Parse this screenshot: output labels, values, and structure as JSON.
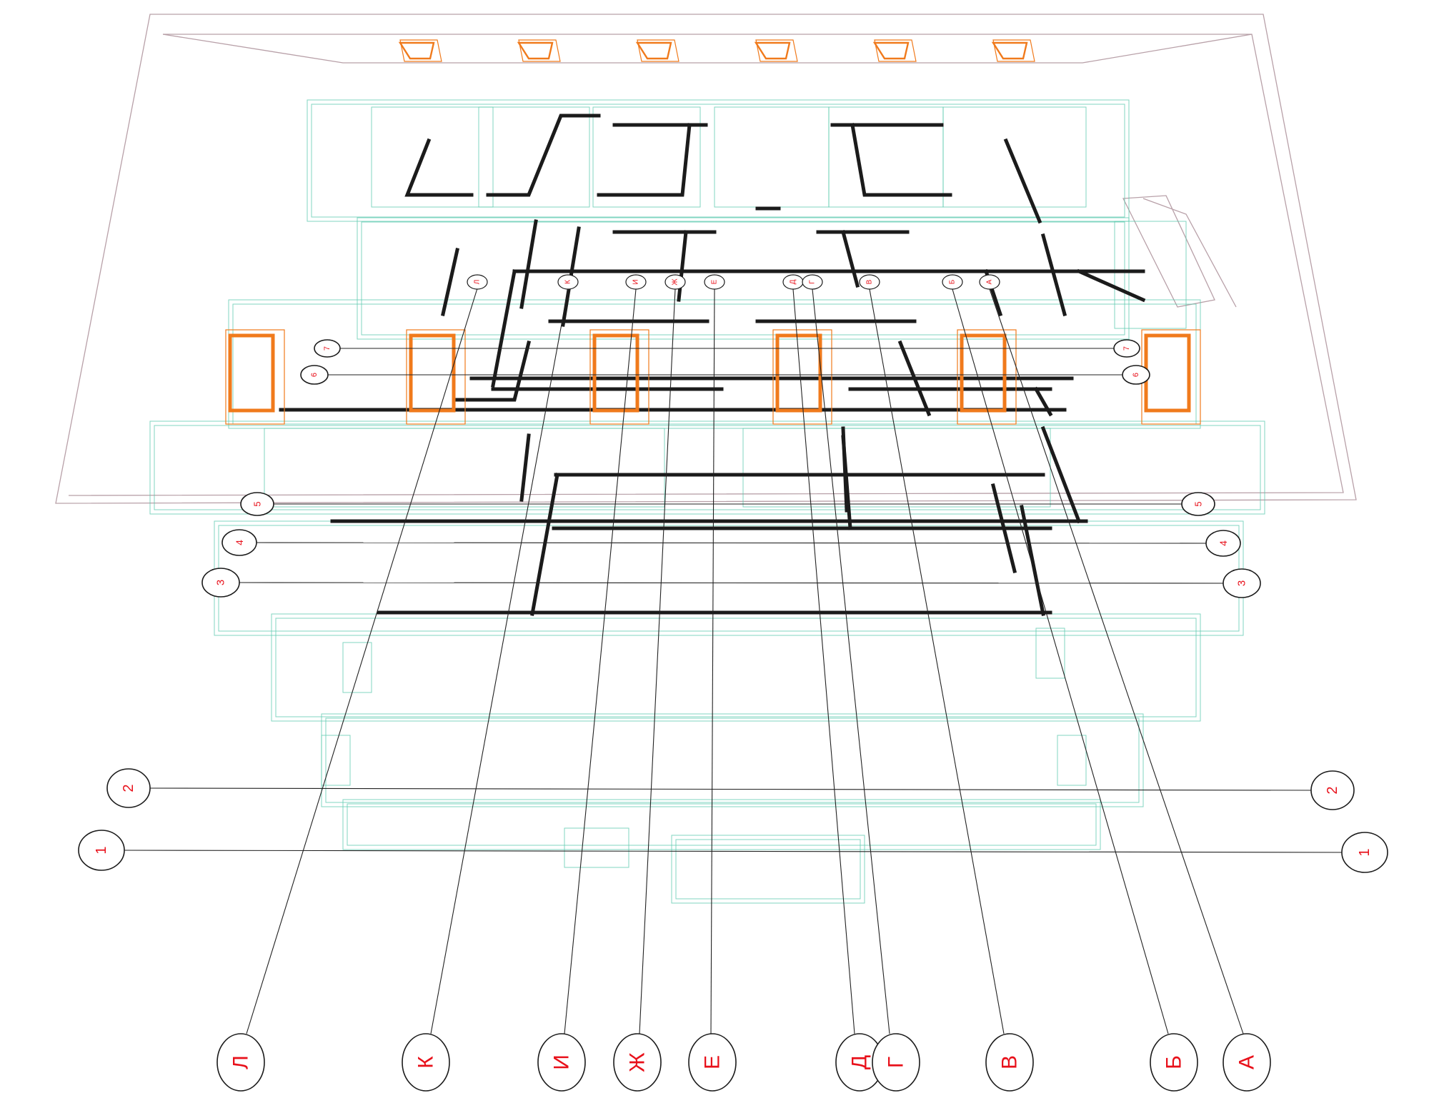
{
  "diagram": {
    "axis_letters": [
      "Л",
      "К",
      "И",
      "Ж",
      "Е",
      "Д",
      "Г",
      "В",
      "Б",
      "А"
    ],
    "axis_numbers": [
      "1",
      "2",
      "3",
      "4",
      "5",
      "6",
      "7"
    ],
    "colors": {
      "axis_label": "#e8101a",
      "slab_outline": "#58c8ac",
      "wall": "#1b1b1b",
      "column": "#f07a1c",
      "building_outline": "#b8a0a8"
    }
  }
}
